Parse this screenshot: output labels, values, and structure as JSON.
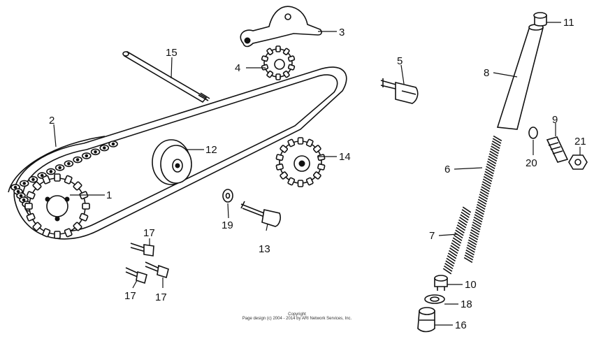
{
  "diagram": {
    "callouts": [
      {
        "id": "p1",
        "label": "1"
      },
      {
        "id": "p2",
        "label": "2"
      },
      {
        "id": "p3",
        "label": "3"
      },
      {
        "id": "p4",
        "label": "4"
      },
      {
        "id": "p5",
        "label": "5"
      },
      {
        "id": "p6",
        "label": "6"
      },
      {
        "id": "p7",
        "label": "7"
      },
      {
        "id": "p8",
        "label": "8"
      },
      {
        "id": "p9",
        "label": "9"
      },
      {
        "id": "p10",
        "label": "10"
      },
      {
        "id": "p11",
        "label": "11"
      },
      {
        "id": "p12",
        "label": "12"
      },
      {
        "id": "p13",
        "label": "13"
      },
      {
        "id": "p14",
        "label": "14"
      },
      {
        "id": "p15",
        "label": "15"
      },
      {
        "id": "p16",
        "label": "16"
      },
      {
        "id": "p17a",
        "label": "17"
      },
      {
        "id": "p17b",
        "label": "17"
      },
      {
        "id": "p17c",
        "label": "17"
      },
      {
        "id": "p18",
        "label": "18"
      },
      {
        "id": "p19",
        "label": "19"
      },
      {
        "id": "p20",
        "label": "20"
      },
      {
        "id": "p21",
        "label": "21"
      }
    ],
    "footer": {
      "line1": "Copyright",
      "line2": "Page design (c) 2004 - 2014 by ARI Network Services, Inc."
    }
  }
}
